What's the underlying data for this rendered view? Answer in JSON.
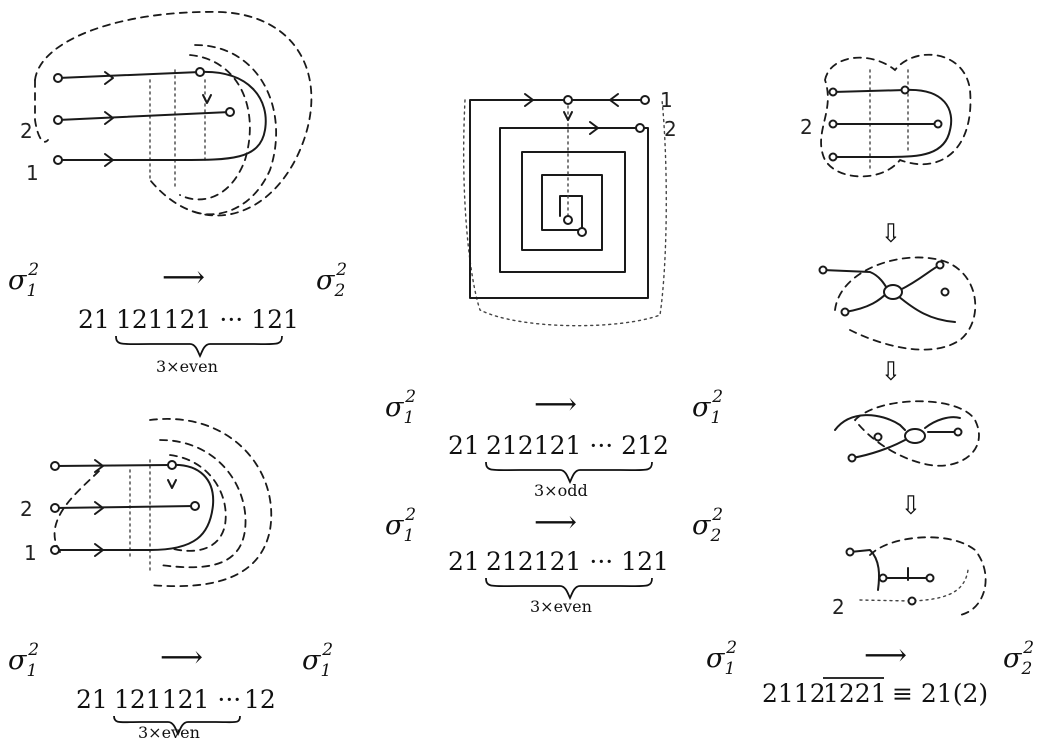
{
  "panels": {
    "p1": {
      "from_base": "σ",
      "from_sub": "1",
      "from_sup": "2",
      "arrow": "⟶",
      "to_base": "σ",
      "to_sub": "2",
      "to_sup": "2",
      "word_prefix": "21",
      "word_braced": "121121 ··· 121",
      "word_suffix": "",
      "brace_label": "3×even",
      "strand_labels": [
        "2",
        "1"
      ]
    },
    "p2": {
      "from_base": "σ",
      "from_sub": "1",
      "from_sup": "2",
      "arrow": "⟶",
      "to_base": "σ",
      "to_sub": "1",
      "to_sup": "2",
      "word_prefix": "21",
      "word_braced": "121121 ···",
      "word_suffix": "12",
      "brace_label": "3×even",
      "strand_labels": [
        "2",
        "1"
      ]
    },
    "p3": {
      "strand_labels": [
        "1",
        "2"
      ],
      "row1": {
        "from_base": "σ",
        "from_sub": "1",
        "from_sup": "2",
        "arrow": "⟶",
        "to_base": "σ",
        "to_sub": "1",
        "to_sup": "2",
        "word_prefix": "21",
        "word_braced": "212121 ··· 212",
        "brace_label": "3×odd"
      },
      "row2": {
        "from_base": "σ",
        "from_sub": "1",
        "from_sup": "2",
        "arrow": "⟶",
        "to_base": "σ",
        "to_sub": "2",
        "to_sup": "2",
        "word_prefix": "21",
        "word_braced": "212121 ··· 121",
        "brace_label": "3×even"
      }
    },
    "p4": {
      "from_base": "σ",
      "from_sub": "1",
      "from_sup": "2",
      "arrow": "⟶",
      "to_base": "σ",
      "to_sub": "2",
      "to_sup": "2",
      "word_plain": "2112",
      "word_overlined": "1221",
      "word_equiv": "≡ 21(2)",
      "strand_labels": [
        "2",
        "2"
      ],
      "step_arrow": "⇩"
    }
  }
}
